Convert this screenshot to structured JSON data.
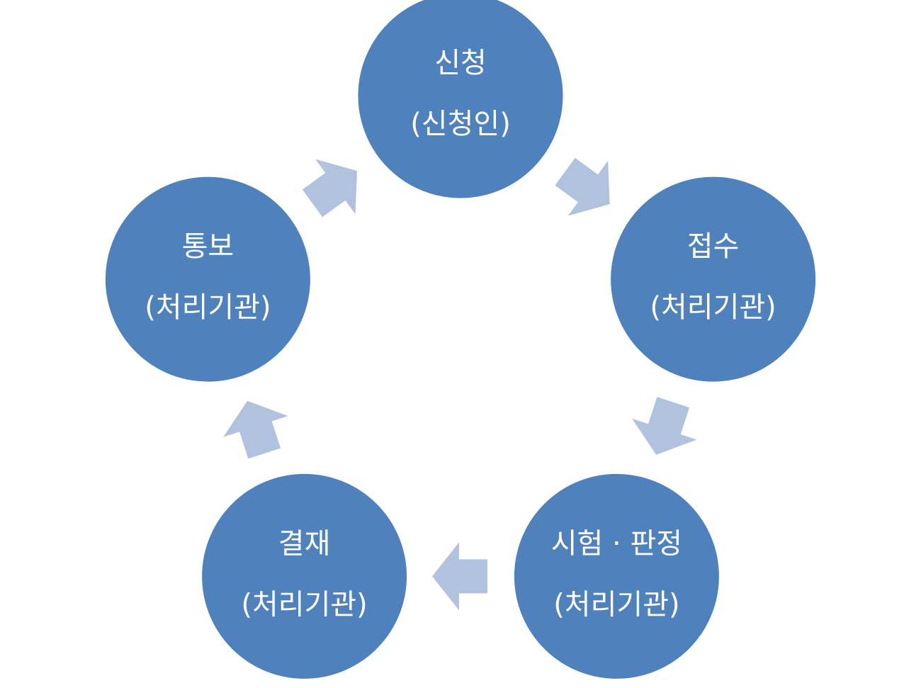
{
  "colors": {
    "node_fill": "#4f81bd",
    "arrow_fill": "#b1c2de",
    "text": "#ffffff",
    "background": "#ffffff"
  },
  "cycle": {
    "nodes": [
      {
        "id": "application",
        "title": "신청",
        "subtitle": "(신청인)"
      },
      {
        "id": "reception",
        "title": "접수",
        "subtitle": "(처리기관)"
      },
      {
        "id": "test-judgment",
        "title": "시험 · 판정",
        "subtitle": "(처리기관)"
      },
      {
        "id": "approval",
        "title": "결재",
        "subtitle": "(처리기관)"
      },
      {
        "id": "notification",
        "title": "통보",
        "subtitle": "(처리기관)"
      }
    ],
    "flow": [
      {
        "from": "application",
        "to": "reception"
      },
      {
        "from": "reception",
        "to": "test-judgment"
      },
      {
        "from": "test-judgment",
        "to": "approval"
      },
      {
        "from": "approval",
        "to": "notification"
      },
      {
        "from": "notification",
        "to": "application"
      }
    ]
  }
}
